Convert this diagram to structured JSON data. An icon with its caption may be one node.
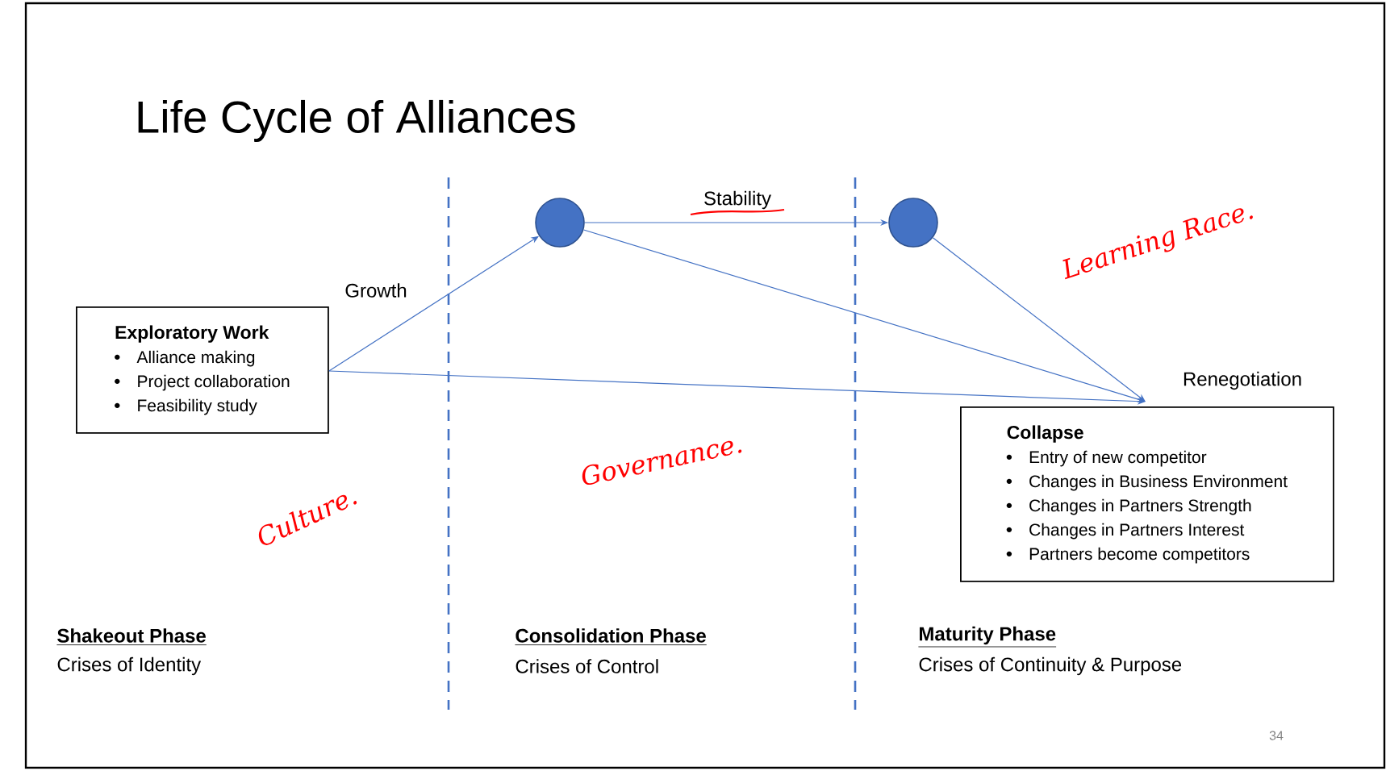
{
  "diagram": {
    "title": "Life Cycle of Alliances",
    "nodes": [
      {
        "text": [
          "Exploratory Work",
          "Alliance making",
          "Project collaboration",
          "Feasibility study"
        ]
      },
      {
        "text": [],
        "shape": "circle"
      },
      {
        "text": [],
        "shape": "circle"
      },
      {
        "text": [
          "Collapse",
          "Entry of new competitor",
          "Changes in Business Environment",
          "Changes in Partners Strength",
          "Changes in Partners Interest",
          "Partners become competitors"
        ],
        "beside": [
          "Renegotiation"
        ]
      }
    ],
    "edges": [
      {
        "from": 0,
        "to": 1,
        "arrow": "to",
        "label": "Growth"
      },
      {
        "from": 1,
        "to": 2,
        "arrow": "to",
        "label": "Stability"
      },
      {
        "from": 1,
        "to": 3,
        "arrow": "to"
      },
      {
        "from": 2,
        "to": 3,
        "arrow": "to"
      },
      {
        "from": 0,
        "to": 3,
        "arrow": "to"
      }
    ],
    "labels": [
      "Learning Race.",
      "Governance.",
      "Culture.",
      "Shakeout Phase",
      "Crises of Identity",
      "Consolidation Phase",
      "Crises of Control",
      "Maturity Phase",
      "Crises of Continuity & Purpose",
      "34"
    ]
  }
}
